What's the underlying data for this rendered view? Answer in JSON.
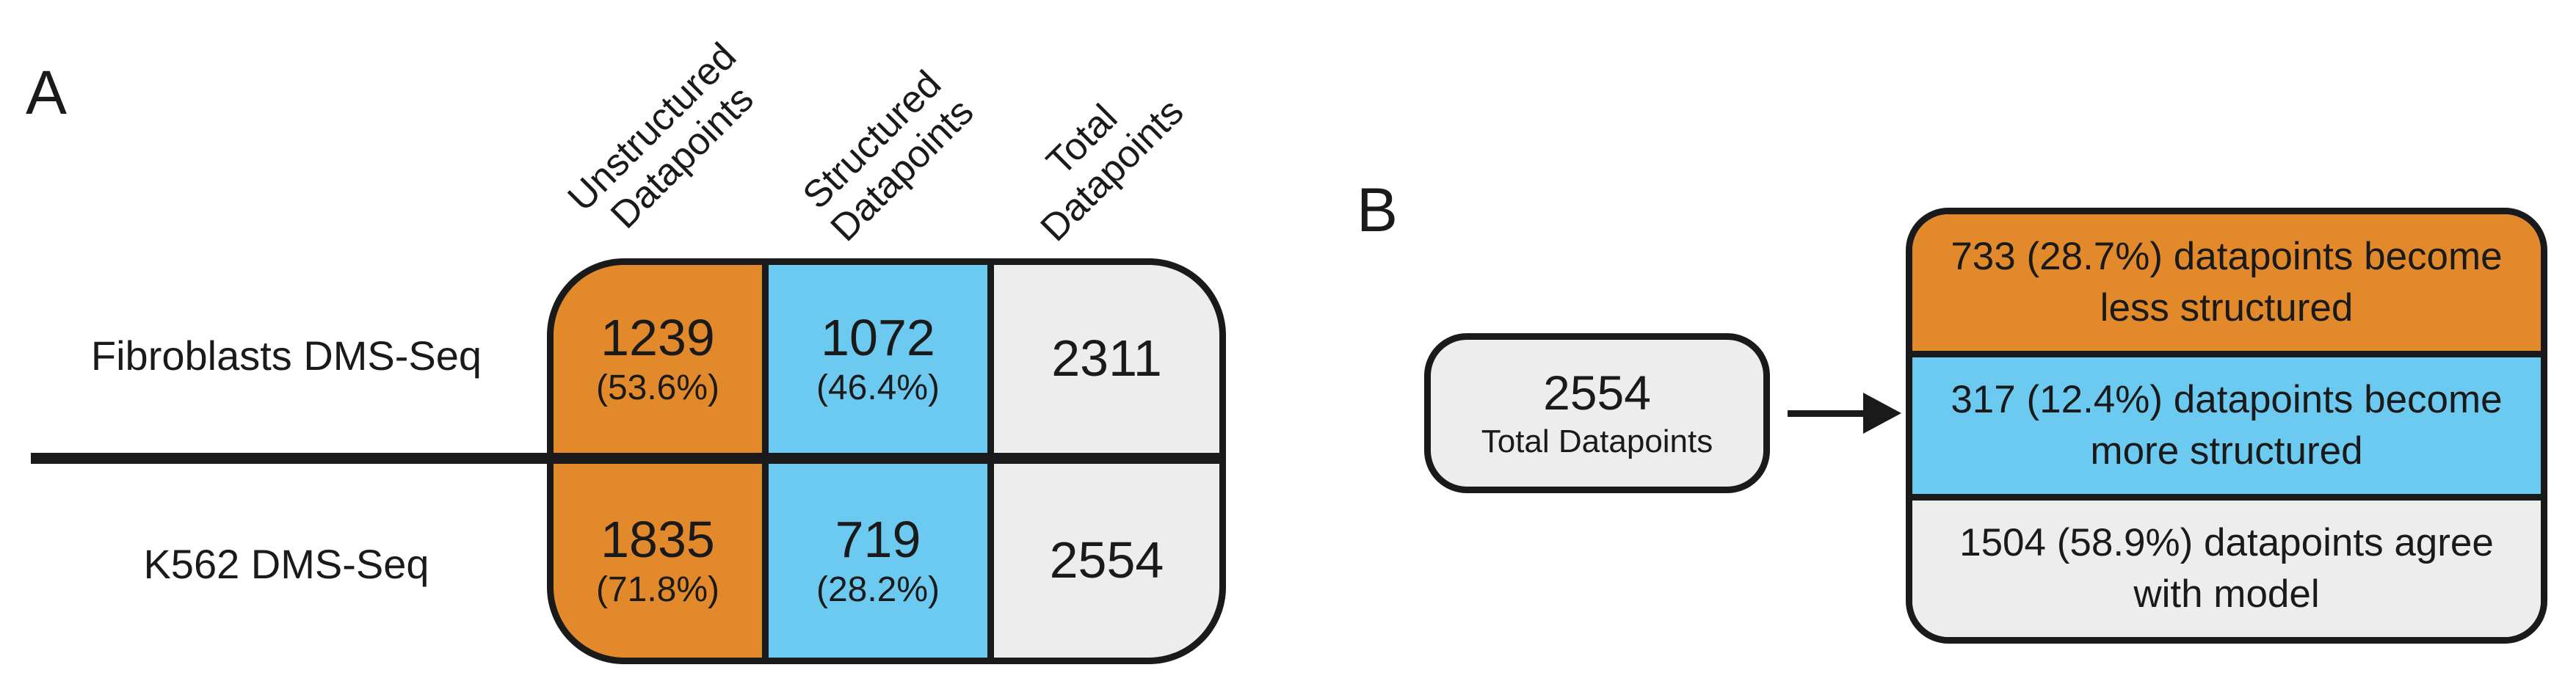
{
  "colors": {
    "orange": "#E2892B",
    "blue": "#6CC9F0",
    "light_gray": "#EDEDED",
    "line_black": "#1A1A1A",
    "background": "#FFFFFF"
  },
  "panel_a": {
    "label": "A",
    "headers": [
      {
        "line1": "Unstructured",
        "line2": "Datapoints"
      },
      {
        "line1": "Structured",
        "line2": "Datapoints"
      },
      {
        "line1": "Total",
        "line2": "Datapoints"
      }
    ],
    "rows": [
      {
        "label": "Fibroblasts DMS-Seq",
        "unstructured_count": "1239",
        "unstructured_pct": "(53.6%)",
        "structured_count": "1072",
        "structured_pct": "(46.4%)",
        "total": "2311"
      },
      {
        "label": "K562 DMS-Seq",
        "unstructured_count": "1835",
        "unstructured_pct": "(71.8%)",
        "structured_count": "719",
        "structured_pct": "(28.2%)",
        "total": "2554"
      }
    ]
  },
  "panel_b": {
    "label": "B",
    "source_box": {
      "count": "2554",
      "caption": "Total Datapoints"
    },
    "segments": [
      {
        "line1": "733 (28.7%) datapoints become",
        "line2": "less structured",
        "color": "#E2892B"
      },
      {
        "line1": "317 (12.4%) datapoints become",
        "line2": "more structured",
        "color": "#6CC9F0"
      },
      {
        "line1": "1504 (58.9%) datapoints agree",
        "line2": "with model",
        "color": "#EDEDED"
      }
    ]
  }
}
